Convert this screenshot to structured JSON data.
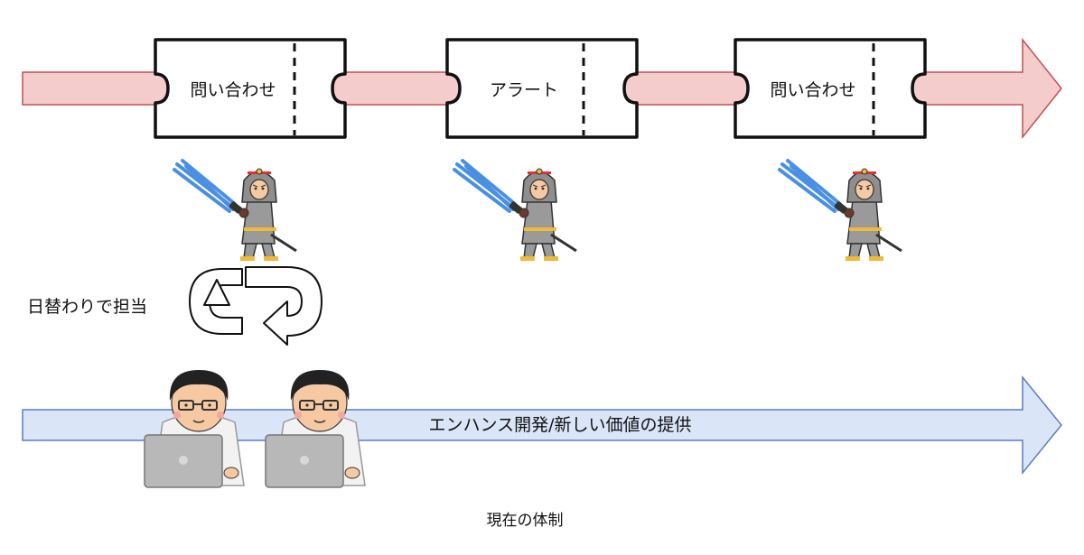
{
  "tickets": [
    {
      "label": "問い合わせ"
    },
    {
      "label": "アラート"
    },
    {
      "label": "問い合わせ"
    }
  ],
  "rotation_label": "日替わりで担当",
  "enhance_label": "エンハンス開発/新しい価値の提供",
  "caption": "現在の体制",
  "colors": {
    "top_arrow_fill": "#f5cccc",
    "top_arrow_stroke": "#c0504d",
    "bottom_arrow_fill": "#dae6f8",
    "bottom_arrow_stroke": "#5a7cc7",
    "hose_blue": "#4a90e2"
  },
  "icons": [
    "firefighter-icon",
    "developer-icon",
    "laptop-icon",
    "rotation-arrows-icon"
  ]
}
